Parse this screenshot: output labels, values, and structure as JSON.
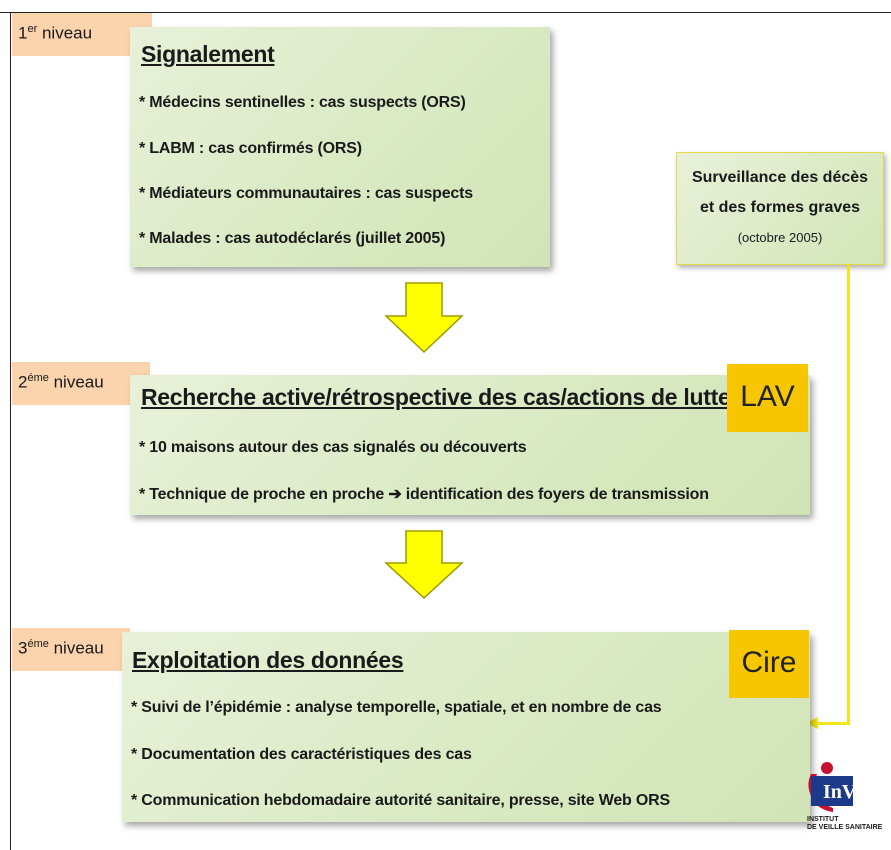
{
  "levels": [
    {
      "num": "1",
      "sup": "er",
      "label": " niveau"
    },
    {
      "num": "2",
      "sup": "éme",
      "label": " niveau"
    },
    {
      "num": "3",
      "sup": "éme",
      "label": " niveau"
    }
  ],
  "box1": {
    "title": "Signalement",
    "items": [
      "* Médecins sentinelles : cas suspects (ORS)",
      "* LABM : cas confirmés (ORS)",
      "* Médiateurs communautaires : cas suspects",
      "* Malades : cas autodéclarés (juillet 2005)"
    ]
  },
  "box2": {
    "title": "Recherche active/rétrospective des cas/actions de lutte",
    "tag": "LAV",
    "items": [
      "* 10 maisons autour des cas signalés ou découverts",
      "* Technique de proche en proche ➔ identification des foyers de transmission"
    ]
  },
  "box3": {
    "title": "Exploitation des données",
    "tag": "Cire",
    "items": [
      "* Suivi de l’épidémie : analyse temporelle, spatiale, et en nombre de cas",
      "* Documentation des caractéristiques des cas",
      "* Communication hebdomadaire autorité sanitaire, presse, site Web ORS"
    ]
  },
  "side_box": {
    "line1": "Surveillance des décès",
    "line2": "et des formes graves",
    "line3": "(octobre 2005)"
  },
  "logo": {
    "mark": "InVS",
    "line1": "INSTITUT",
    "line2": "DE VEILLE SANITAIRE"
  },
  "colors": {
    "box_fill": "#d9e9c2",
    "level_tab": "#fbd3ad",
    "tag": "#f7c600",
    "arrow": "#ffff00",
    "arrow_outline": "#9a9a00",
    "feed_line": "#f2e61a"
  }
}
